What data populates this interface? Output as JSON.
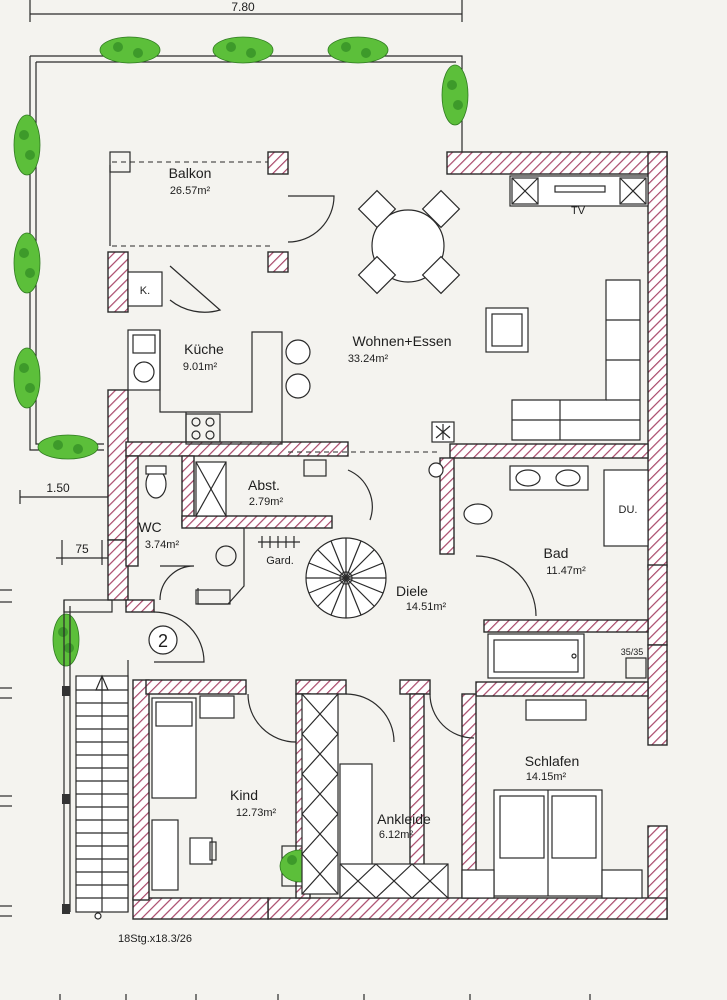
{
  "dimensions": {
    "top": "7.80",
    "left": "1.50",
    "wc_offset": "75"
  },
  "rooms": {
    "balkon": {
      "name": "Balkon",
      "area": "26.57m²"
    },
    "kueche": {
      "name": "Küche",
      "area": "9.01m²"
    },
    "wohnen": {
      "name": "Wohnen+Essen",
      "area": "33.24m²"
    },
    "abst": {
      "name": "Abst.",
      "area": "2.79m²"
    },
    "wc": {
      "name": "WC",
      "area": "3.74m²"
    },
    "diele": {
      "name": "Diele",
      "area": "14.51m²"
    },
    "bad": {
      "name": "Bad",
      "area": "11.47m²"
    },
    "kind": {
      "name": "Kind",
      "area": "12.73m²"
    },
    "ankleide": {
      "name": "Ankleide",
      "area": "6.12m²"
    },
    "schlafen": {
      "name": "Schlafen",
      "area": "14.15m²"
    }
  },
  "labels": {
    "tv": "TV",
    "k": "K.",
    "du": "DU.",
    "gard": "Gard.",
    "shaft": "35/35",
    "unit_number": "2",
    "stairs": "18Stg.x18.3/26"
  },
  "colors": {
    "wall_hatch": "#a9486a",
    "plant": "#5cbf3a",
    "line": "#2a2a2a"
  }
}
